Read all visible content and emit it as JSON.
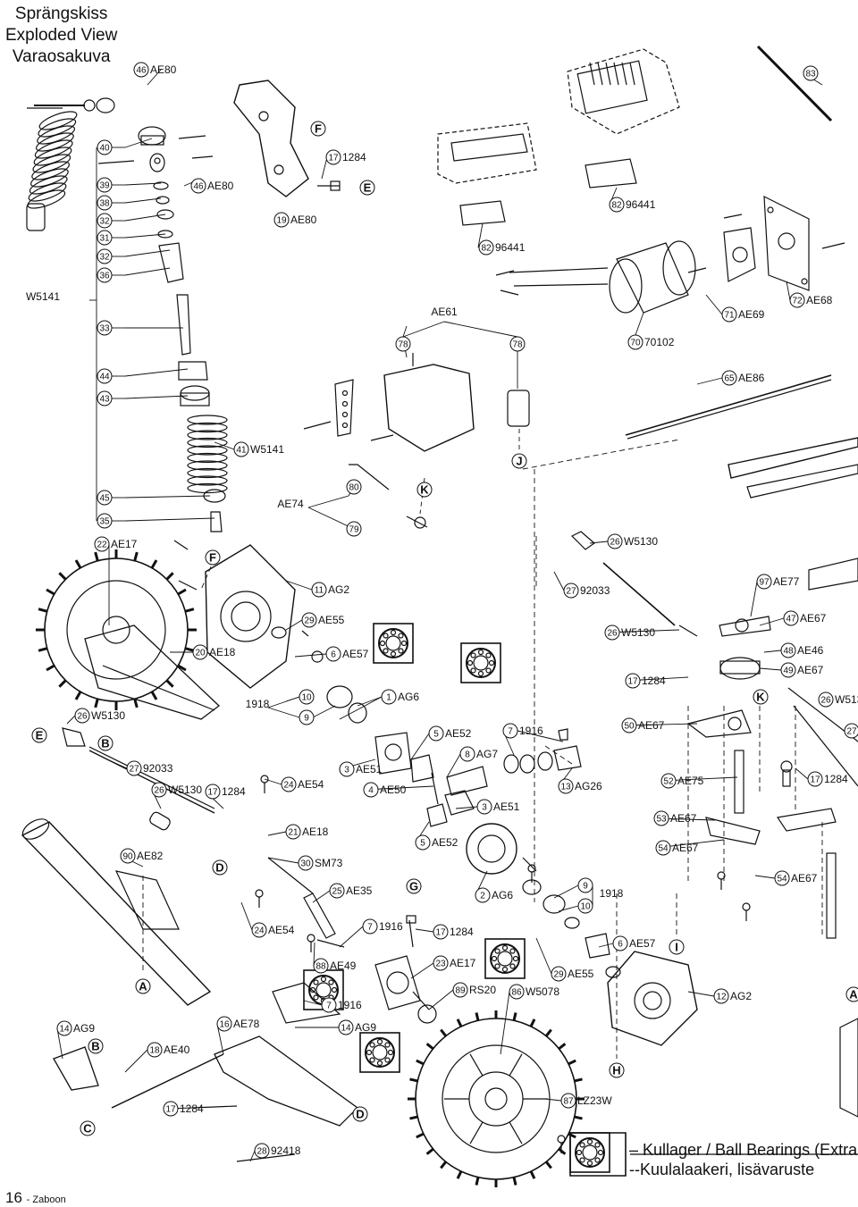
{
  "title": {
    "line1": "Sprängskiss",
    "line2": "Exploded View",
    "line3": "Varaosakuva"
  },
  "footer": {
    "page": "16",
    "name": "Zaboon"
  },
  "legend": {
    "line1": "– Kullager / Ball Bearings (Extra til",
    "line2": "--Kuulalaakeri, lisävaruste"
  },
  "callouts": [
    {
      "n": "46",
      "code": "AE80"
    },
    {
      "n": "40",
      "code": ""
    },
    {
      "n": "39",
      "code": ""
    },
    {
      "n": "38",
      "code": ""
    },
    {
      "n": "32",
      "code": ""
    },
    {
      "n": "31",
      "code": ""
    },
    {
      "n": "32",
      "code": ""
    },
    {
      "n": "36",
      "code": ""
    },
    {
      "n": "46",
      "code": "AE80"
    },
    {
      "n": "19",
      "code": "AE80"
    },
    {
      "n": "17",
      "code": "1284"
    },
    {
      "n": "33",
      "code": ""
    },
    {
      "n": "44",
      "code": ""
    },
    {
      "n": "43",
      "code": ""
    },
    {
      "n": "41",
      "code": "W5141"
    },
    {
      "n": "45",
      "code": ""
    },
    {
      "n": "35",
      "code": ""
    },
    {
      "n": "80",
      "code": ""
    },
    {
      "n": "79",
      "code": ""
    },
    {
      "n": "82",
      "code": "96441"
    },
    {
      "n": "82",
      "code": "96441"
    },
    {
      "n": "83",
      "code": ""
    },
    {
      "n": "78",
      "code": ""
    },
    {
      "n": "78",
      "code": ""
    },
    {
      "n": "70",
      "code": "70102"
    },
    {
      "n": "71",
      "code": "AE69"
    },
    {
      "n": "72",
      "code": "AE68"
    },
    {
      "n": "65",
      "code": "AE86"
    },
    {
      "n": "22",
      "code": "AE17"
    },
    {
      "n": "11",
      "code": "AG2"
    },
    {
      "n": "29",
      "code": "AE55"
    },
    {
      "n": "6",
      "code": "AE57"
    },
    {
      "n": "20",
      "code": "AE18"
    },
    {
      "n": "10",
      "code": ""
    },
    {
      "n": "9",
      "code": ""
    },
    {
      "n": "1",
      "code": "AG6"
    },
    {
      "n": "26",
      "code": "W5130"
    },
    {
      "n": "27",
      "code": "92033"
    },
    {
      "n": "26",
      "code": "W5130"
    },
    {
      "n": "17",
      "code": "1284"
    },
    {
      "n": "24",
      "code": "AE54"
    },
    {
      "n": "3",
      "code": "AE51"
    },
    {
      "n": "4",
      "code": "AE50"
    },
    {
      "n": "5",
      "code": "AE52"
    },
    {
      "n": "8",
      "code": "AG7"
    },
    {
      "n": "7",
      "code": "1916"
    },
    {
      "n": "13",
      "code": "AG26"
    },
    {
      "n": "3",
      "code": "AE51"
    },
    {
      "n": "21",
      "code": "AE18"
    },
    {
      "n": "30",
      "code": "SM73"
    },
    {
      "n": "5",
      "code": "AE52"
    },
    {
      "n": "90",
      "code": "AE82"
    },
    {
      "n": "25",
      "code": "AE35"
    },
    {
      "n": "2",
      "code": "AG6"
    },
    {
      "n": "9",
      "code": ""
    },
    {
      "n": "10",
      "code": ""
    },
    {
      "n": "24",
      "code": "AE54"
    },
    {
      "n": "7",
      "code": "1916"
    },
    {
      "n": "17",
      "code": "1284"
    },
    {
      "n": "6",
      "code": "AE57"
    },
    {
      "n": "88",
      "code": "AE49"
    },
    {
      "n": "23",
      "code": "AE17"
    },
    {
      "n": "29",
      "code": "AE55"
    },
    {
      "n": "89",
      "code": "RS20"
    },
    {
      "n": "86",
      "code": "W5078"
    },
    {
      "n": "7",
      "code": "1916"
    },
    {
      "n": "14",
      "code": "AG9"
    },
    {
      "n": "16",
      "code": "AE78"
    },
    {
      "n": "14",
      "code": "AG9"
    },
    {
      "n": "18",
      "code": "AE40"
    },
    {
      "n": "17",
      "code": "1284"
    },
    {
      "n": "28",
      "code": "92418"
    },
    {
      "n": "87",
      "code": "LZ23W"
    },
    {
      "n": "27",
      "code": "92033"
    },
    {
      "n": "26",
      "code": "W5130"
    },
    {
      "n": "26",
      "code": "W5130"
    },
    {
      "n": "97",
      "code": "AE77"
    },
    {
      "n": "47",
      "code": "AE67"
    },
    {
      "n": "48",
      "code": "AE46"
    },
    {
      "n": "49",
      "code": "AE67"
    },
    {
      "n": "17",
      "code": "1284"
    },
    {
      "n": "50",
      "code": "AE67"
    },
    {
      "n": "26",
      "code": "W513"
    },
    {
      "n": "27",
      "code": ""
    },
    {
      "n": "52",
      "code": "AE75"
    },
    {
      "n": "17",
      "code": "1284"
    },
    {
      "n": "53",
      "code": "AE67"
    },
    {
      "n": "54",
      "code": "AE67"
    },
    {
      "n": "54",
      "code": "AE67"
    },
    {
      "n": "12",
      "code": "AG2"
    }
  ],
  "plain_labels": [
    "W5141",
    "AE61",
    "AE74",
    "1918",
    "1918"
  ],
  "letters": [
    "F",
    "E",
    "J",
    "K",
    "F",
    "E",
    "B",
    "D",
    "G",
    "A",
    "B",
    "C",
    "D",
    "H",
    "I",
    "K",
    "A"
  ]
}
